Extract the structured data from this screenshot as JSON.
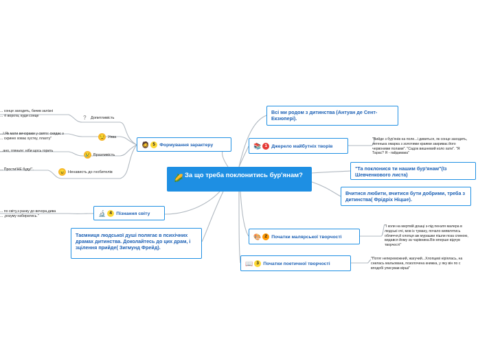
{
  "central": {
    "title": "За що треба поклонитись бур'янам?",
    "icon": "plant-icon"
  },
  "right": [
    {
      "id": "r1",
      "text": "Всі ми родом з дитинства (Антуан де Сент-Екзюпері)."
    },
    {
      "id": "r2",
      "text": "Джерело майбутніх творів",
      "num": "1",
      "num_color": "#e53935",
      "icon": "books-icon",
      "leaf": "\"Вийде з бур'янів на поле...і дивиться, як сонце заходить,\nлегенька хмарка з золотими краями закриває його\nчервоними полами\". \"Садок вишневий коло хати\". \"Я\nТарас?  Я - гайдамака\""
    },
    {
      "id": "r3",
      "text": "\"Та поклонися ти нашим бур'янам\"(Із Шевченкового листа)"
    },
    {
      "id": "r4",
      "text": "Вчитися любити, вчитися бути добрими, треба з дитинства( Фрідріх Ніцше)."
    },
    {
      "id": "r5",
      "text": "Початки  малярської творчості",
      "num": "2",
      "num_color": "#ff9800",
      "icon": "palette-icon",
      "leaf": "\"І коли на мертвій дошці з-під пензля малера в\nлюдські очі, мов із туману, почало виявлятись\nобличчя,й хлопця аж мурашки пішли поза спиною,\nвидався йому за чарівника.Він вперше відчув\nтворчості\""
    },
    {
      "id": "r6",
      "text": "Початки поетичної творчості",
      "num": "3",
      "num_color": "#fdd835",
      "icon": "book-icon",
      "leaf": "\"Потяг непереможний, жагучий...Хлопцеві ніріялась, на\nснилась мальована, позолочена книжка, у яку він по с\nвподобі уписував вірші\""
    }
  ],
  "left": [
    {
      "id": "l4",
      "text": "Пізнання світу",
      "num": "4",
      "num_color": "#fdd835",
      "icon": "microscope-icon",
      "leaf": "... по світу,з ранку до вечора,дива\n... ,розуму набиратись.\""
    },
    {
      "id": "l5",
      "text": "Формування зарактеру",
      "num": "5",
      "num_color": "#fdd835",
      "icon": "face-icon"
    },
    {
      "id": "l6",
      "text": "Таємниця людської душі полягає в психічних драмах дитинства. Доколайтесь до цих драм, і зцілення прийде( Зигмунд Фрейд)."
    }
  ],
  "traits": [
    {
      "label": "Допитливість",
      "icon": "question-icon",
      "leaf": "... сонце заходить, бачив залізні\n... ті ворота, куди сонце"
    },
    {
      "label": "Уява",
      "icon": "thinking-face-icon",
      "leaf": "...ї.Як мати вечорами у свято: скидає з\n... скриню ховає хустку, плахту\""
    },
    {
      "label": "Вразливість",
      "icon": "crying-face-icon",
      "leaf": "...ано, гляньте: ніби щось горить"
    },
    {
      "label": "Ненависть до гнобителів",
      "icon": "angry-face-icon",
      "leaf": "... Прости!НЕ буду!\"."
    }
  ]
}
